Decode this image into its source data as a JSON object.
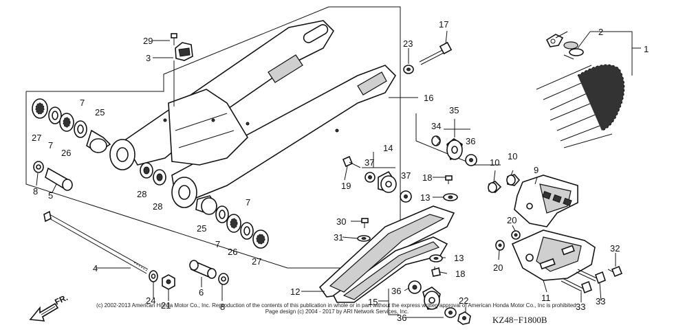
{
  "callouts": [
    "1",
    "2",
    "3",
    "4",
    "5",
    "6",
    "7",
    "8",
    "9",
    "10",
    "11",
    "12",
    "13",
    "14",
    "15",
    "16",
    "17",
    "18",
    "19",
    "20",
    "21",
    "22",
    "23",
    "24",
    "25",
    "26",
    "27",
    "28",
    "29",
    "30",
    "31",
    "32",
    "33",
    "34",
    "35",
    "36",
    "37"
  ],
  "direction_label": "FR.",
  "copyright": "(c) 2002-2013 American Honda Motor Co., Inc. Reproduction of the contents of this publication in whole or in part without the express written approval of American Honda Motor Co., Inc is prohibited.",
  "page_design": "Page design (c) 2004 - 2017 by ARI Network Services, Inc.",
  "drawing_id": "KZ48−F1800B"
}
